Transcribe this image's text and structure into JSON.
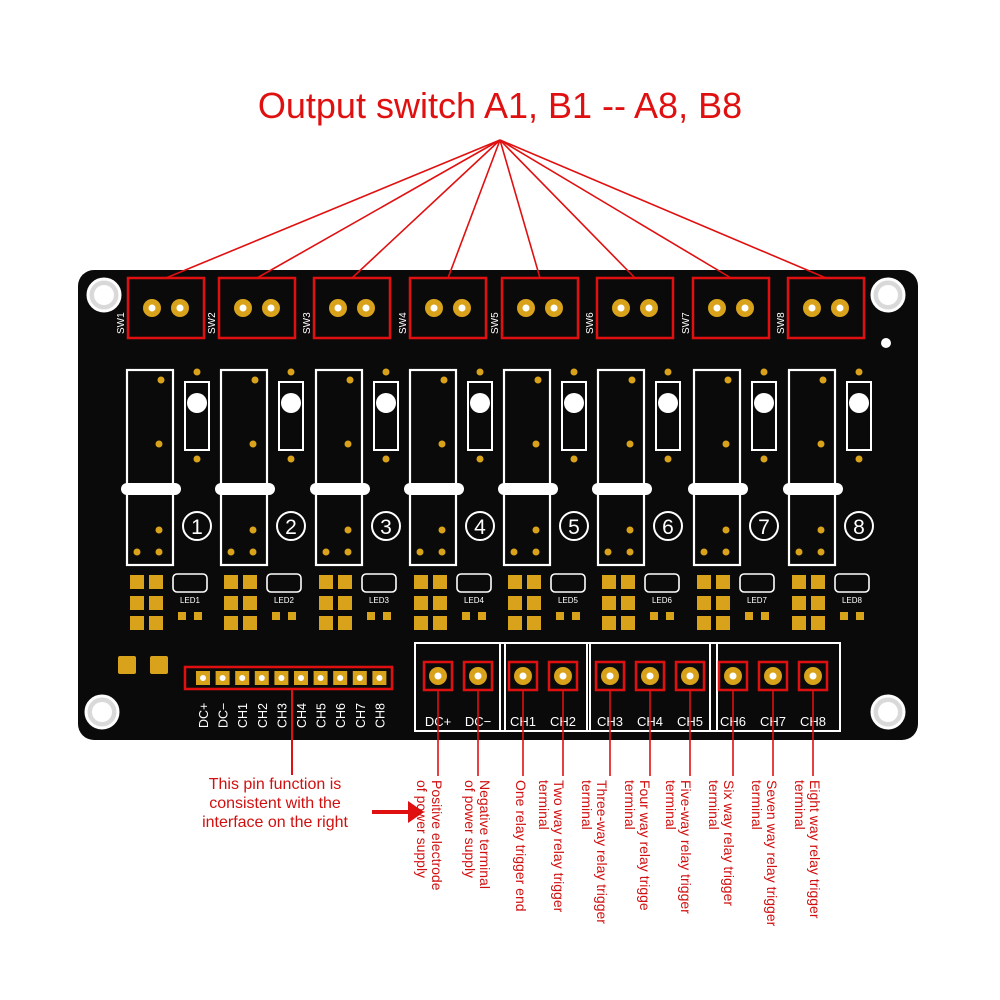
{
  "title": "Output switch A1, B1 -- A8, B8",
  "switch_labels": [
    "SW1",
    "SW2",
    "SW3",
    "SW4",
    "SW5",
    "SW6",
    "SW7",
    "SW8"
  ],
  "relay_numbers": [
    "1",
    "2",
    "3",
    "4",
    "5",
    "6",
    "7",
    "8"
  ],
  "led_labels": [
    "LED1",
    "LED2",
    "LED3",
    "LED4",
    "LED5",
    "LED6",
    "LED7",
    "LED8"
  ],
  "header_pins": [
    "DC+",
    "DC−",
    "CH1",
    "CH2",
    "CH3",
    "CH4",
    "CH5",
    "CH6",
    "CH7",
    "CH8"
  ],
  "terminal_labels": [
    "DC+",
    "DC−",
    "CH1",
    "CH2",
    "CH3",
    "CH4",
    "CH5",
    "CH6",
    "CH7",
    "CH8"
  ],
  "left_note_lines": [
    "This pin function is",
    "consistent with the",
    "interface on the right"
  ],
  "terminal_descriptions": [
    [
      "Positive electrode",
      "of power supply"
    ],
    [
      "Negative terminal",
      "of power supply"
    ],
    [
      "One relay trigger end"
    ],
    [
      "Two way relay trigger",
      "terminal"
    ],
    [
      "Three-way relay trigger",
      "terminal"
    ],
    [
      "Four way relay trigge",
      "terminal"
    ],
    [
      "Five-way relay trigger",
      "terminal"
    ],
    [
      "Six way relay trigger",
      "terminal"
    ],
    [
      "Seven way relay trigger",
      "terminal"
    ],
    [
      "Eight way relay trigger",
      "terminal"
    ]
  ],
  "colors": {
    "board": "#0a0a0a",
    "silkscreen": "#ffffff",
    "gold": "#d9a21b",
    "annotation": "#e01010"
  }
}
